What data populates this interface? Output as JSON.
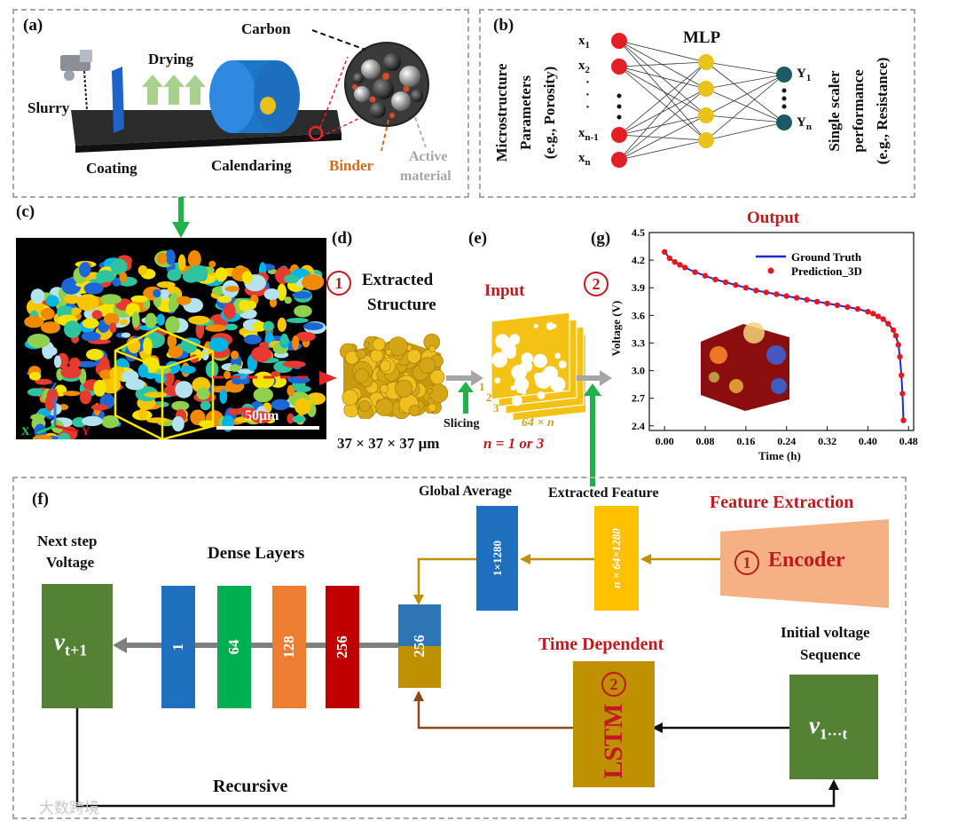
{
  "panel_a": {
    "label": "(a)",
    "slurry": "Slurry",
    "drying": "Drying",
    "carbon": "Carbon",
    "coating": "Coating",
    "calendaring": "Calendaring",
    "binder": "Binder",
    "active_line1": "Active",
    "active_line2": "material"
  },
  "panel_b": {
    "label": "(b)",
    "title": "MLP",
    "left_line1": "Microstructure",
    "left_line2": "Parameters",
    "left_line3": "(e.g., Porosity)",
    "inputs": [
      "x1",
      "x2",
      "xn-1",
      "xn"
    ],
    "outputs": [
      "Y1",
      "Yn"
    ],
    "right_line1": "Single scaler",
    "right_line2": "performance",
    "right_line3": "(e.g., Resistance)"
  },
  "panel_c": {
    "label": "(c)",
    "scale": "50μm",
    "axis_z": "Z",
    "axis_x": "X",
    "axis_y": "Y"
  },
  "panel_d": {
    "label": "(d)",
    "step": "1",
    "title_line1": "Extracted",
    "title_line2": "Structure",
    "size": "37 × 37 × 37 μm"
  },
  "panel_e": {
    "label": "(e)",
    "title": "Input",
    "slicing": "Slicing",
    "slice_dim": "64 × n",
    "n_note": "n = 1 or 3",
    "stack_nums": [
      "1",
      "2",
      "3"
    ]
  },
  "panel_g": {
    "label": "(g)",
    "step": "2",
    "title": "Output"
  },
  "chart_data": {
    "type": "line",
    "title": "Output",
    "xlabel": "Time (h)",
    "ylabel": "Voltage (V)",
    "xlim": [
      -0.03,
      0.49
    ],
    "ylim": [
      2.35,
      4.5
    ],
    "xticks": [
      "0.00",
      "0.08",
      "0.16",
      "0.24",
      "0.32",
      "0.40",
      "0.48"
    ],
    "yticks": [
      "2.4",
      "2.7",
      "3.0",
      "3.3",
      "3.6",
      "3.9",
      "4.2",
      "4.5"
    ],
    "legend_position": "top-right",
    "series": [
      {
        "name": "Ground Truth",
        "color": "#1a2bd6",
        "style": "line",
        "x": [
          0.0,
          0.01,
          0.02,
          0.03,
          0.04,
          0.06,
          0.08,
          0.1,
          0.12,
          0.14,
          0.16,
          0.18,
          0.2,
          0.22,
          0.24,
          0.26,
          0.28,
          0.3,
          0.32,
          0.34,
          0.36,
          0.38,
          0.4,
          0.41,
          0.42,
          0.43,
          0.44,
          0.45,
          0.455,
          0.46,
          0.463,
          0.466,
          0.468,
          0.47
        ],
        "y": [
          4.29,
          4.22,
          4.18,
          4.15,
          4.12,
          4.07,
          4.03,
          3.99,
          3.96,
          3.93,
          3.9,
          3.87,
          3.85,
          3.83,
          3.81,
          3.79,
          3.77,
          3.75,
          3.73,
          3.71,
          3.69,
          3.67,
          3.64,
          3.62,
          3.59,
          3.56,
          3.51,
          3.44,
          3.38,
          3.28,
          3.15,
          2.95,
          2.75,
          2.46
        ]
      },
      {
        "name": "Prediction_3D",
        "color": "#e8161e",
        "style": "markers",
        "x": [
          0.0,
          0.01,
          0.02,
          0.03,
          0.04,
          0.06,
          0.08,
          0.1,
          0.12,
          0.14,
          0.16,
          0.18,
          0.2,
          0.22,
          0.24,
          0.26,
          0.28,
          0.3,
          0.32,
          0.34,
          0.36,
          0.38,
          0.4,
          0.41,
          0.42,
          0.43,
          0.44,
          0.45,
          0.455,
          0.46,
          0.463,
          0.466,
          0.468,
          0.47
        ],
        "y": [
          4.29,
          4.22,
          4.18,
          4.15,
          4.12,
          4.07,
          4.03,
          3.99,
          3.96,
          3.93,
          3.9,
          3.87,
          3.85,
          3.83,
          3.81,
          3.79,
          3.77,
          3.75,
          3.73,
          3.71,
          3.69,
          3.67,
          3.64,
          3.62,
          3.59,
          3.56,
          3.51,
          3.44,
          3.38,
          3.28,
          3.15,
          2.95,
          2.75,
          2.46
        ]
      }
    ]
  },
  "panel_f": {
    "label": "(f)",
    "next_step_line1": "Next step",
    "next_step_line2": "Voltage",
    "next_v_main": "v",
    "next_v_sub": "t+1",
    "dense_title": "Dense Layers",
    "dense_layers": [
      "1",
      "64",
      "128",
      "256"
    ],
    "concat_label": "256",
    "global_avg": "Global Average",
    "global_dim": "1×1280",
    "extracted_feature": "Extracted Feature",
    "feature_dim": "n × 64×1280",
    "feature_extraction": "Feature Extraction",
    "encoder_step": "1",
    "encoder": "Encoder",
    "time_dependent": "Time Dependent",
    "lstm_step": "2",
    "lstm": "LSTM",
    "initial_line1": "Initial voltage",
    "initial_line2": "Sequence",
    "initial_v_main": "v",
    "initial_v_sub": "1···t",
    "recursive": "Recursive"
  },
  "watermark": "大数跨境",
  "colors": {
    "green_block": "#548235",
    "blue": "#1f6fbf",
    "green": "#00b050",
    "orange": "#ed7d31",
    "red": "#c00000",
    "gold": "#bf9000",
    "yellow": "#ffc000",
    "encoder": "#f4b183",
    "title_red": "#c0191e"
  }
}
